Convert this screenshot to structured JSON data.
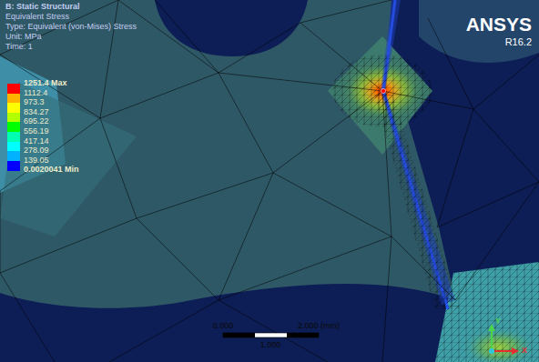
{
  "diagram": {
    "labels": [
      "B: Static Structural",
      "Equivalent Stress",
      "Type: Equivalent (von-Mises) Stress",
      "Unit: MPa",
      "Time: 1",
      "0.0020041 Min",
      "ANSYS",
      "R16.2",
      "0.000",
      "1.000",
      "2.000 (mm)",
      "Y",
      "X"
    ],
    "legend": [
      {
        "text": "1251.4 Max",
        "color": "#ff0000"
      },
      {
        "text": "1112.4",
        "color": "#ffb200"
      },
      {
        "text": "973.3",
        "color": "#ffff00"
      },
      {
        "text": "834.27",
        "color": "#b2ff00"
      },
      {
        "text": "695.22",
        "color": "#00ff00"
      },
      {
        "text": "556.19",
        "color": "#00ffb2"
      },
      {
        "text": "417.14",
        "color": "#00ffff"
      },
      {
        "text": "278.09",
        "color": "#00b2ff"
      },
      {
        "text": "139.05",
        "color": "#0000ff"
      }
    ]
  }
}
